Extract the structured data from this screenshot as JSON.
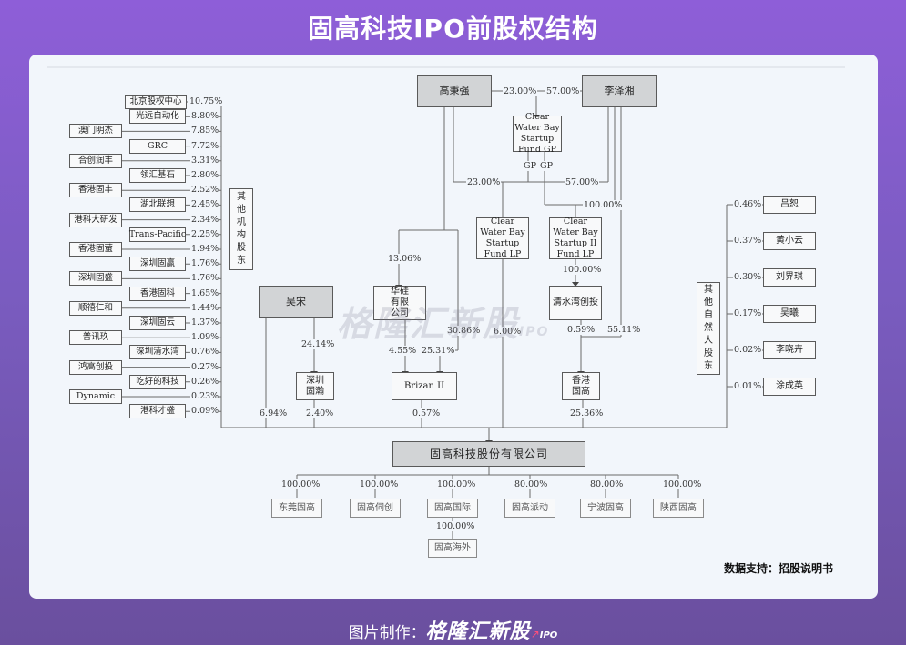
{
  "title": "固高科技IPO前股权结构",
  "source": "数据支持：招股说明书",
  "footer": {
    "label": "图片制作：",
    "brand": "格隆汇新股",
    "ipo": "IPO"
  },
  "watermark": {
    "text": "格隆汇新股",
    "sub": "IPO"
  },
  "left_holders": [
    {
      "name": "北京股权中心",
      "pct": "10.75%"
    },
    {
      "name": "光远自动化",
      "pct": "8.80%"
    },
    {
      "name": "澳门明杰",
      "pct": "7.85%"
    },
    {
      "name": "GRC",
      "pct": "7.72%"
    },
    {
      "name": "合创润丰",
      "pct": "3.31%"
    },
    {
      "name": "领汇基石",
      "pct": "2.80%"
    },
    {
      "name": "香港固丰",
      "pct": "2.52%"
    },
    {
      "name": "湖北联想",
      "pct": "2.45%"
    },
    {
      "name": "港科大研发",
      "pct": "2.34%"
    },
    {
      "name": "Trans-Pacific",
      "pct": "2.25%"
    },
    {
      "name": "香港固萤",
      "pct": "1.94%"
    },
    {
      "name": "深圳固赢",
      "pct": "1.76%"
    },
    {
      "name": "深圳固盛",
      "pct": "1.76%"
    },
    {
      "name": "香港固科",
      "pct": "1.65%"
    },
    {
      "name": "顺禧仁和",
      "pct": "1.44%"
    },
    {
      "name": "深圳固云",
      "pct": "1.37%"
    },
    {
      "name": "普讯玖",
      "pct": "1.09%"
    },
    {
      "name": "深圳清水湾",
      "pct": "0.76%"
    },
    {
      "name": "鸿高创投",
      "pct": "0.27%"
    },
    {
      "name": "吃好的科技",
      "pct": "0.26%"
    },
    {
      "name": "Dynamic",
      "pct": "0.23%"
    },
    {
      "name": "港科才盛",
      "pct": "0.09%"
    }
  ],
  "left_group_label": "其他机构股东",
  "right_group_label": "其他自然人股东",
  "right_holders": [
    {
      "name": "吕恕",
      "pct": "0.46%"
    },
    {
      "name": "黄小云",
      "pct": "0.37%"
    },
    {
      "name": "刘界琪",
      "pct": "0.30%"
    },
    {
      "name": "吴曦",
      "pct": "0.17%"
    },
    {
      "name": "李晓卉",
      "pct": "0.02%"
    },
    {
      "name": "涂成英",
      "pct": "0.01%"
    }
  ],
  "nodes": {
    "gao": "高秉强",
    "li": "李泽湘",
    "gp": "Clear Water Bay Startup Fund GP",
    "lp1": "Clear Water Bay Startup Fund LP",
    "lp2": "Clear Water Bay Startup II Fund LP",
    "wu": "吴宋",
    "huagui": "华硅有限公司",
    "qsw": "清水湾创投",
    "szgh": "深圳固瀚",
    "brizan": "Brizan II",
    "hkgg": "香港固高",
    "company": "固高科技股份有限公司"
  },
  "edge_labels": {
    "gao_gp": "23.00%",
    "li_gp": "57.00%",
    "gp1": "GP",
    "gp2": "GP",
    "gao_lp1": "23.00%",
    "li_lp1": "57.00%",
    "li_lp2": "100.00%",
    "gao_huagui": "13.06%",
    "lp2_qsw": "100.00%",
    "wu_szgh": "24.14%",
    "huagui_brizan": "4.55%",
    "gao_brizan": "25.31%",
    "lp1_brizan": "30.86%",
    "lp1_extra": "6.00%",
    "qsw_hkgg": "0.59%",
    "li_hkgg": "55.11%",
    "wu_company": "6.94%",
    "szgh_company": "2.40%",
    "brizan_company": "0.57%",
    "hkgg_company": "25.36%"
  },
  "subsidiaries": [
    {
      "name": "东莞固高",
      "pct": "100.00%"
    },
    {
      "name": "固高伺创",
      "pct": "100.00%"
    },
    {
      "name": "固高国际",
      "pct": "100.00%"
    },
    {
      "name": "固高派动",
      "pct": "80.00%"
    },
    {
      "name": "宁波固高",
      "pct": "80.00%"
    },
    {
      "name": "陕西固高",
      "pct": "100.00%"
    }
  ],
  "overseas": {
    "name": "固高海外",
    "pct": "100.00%"
  }
}
